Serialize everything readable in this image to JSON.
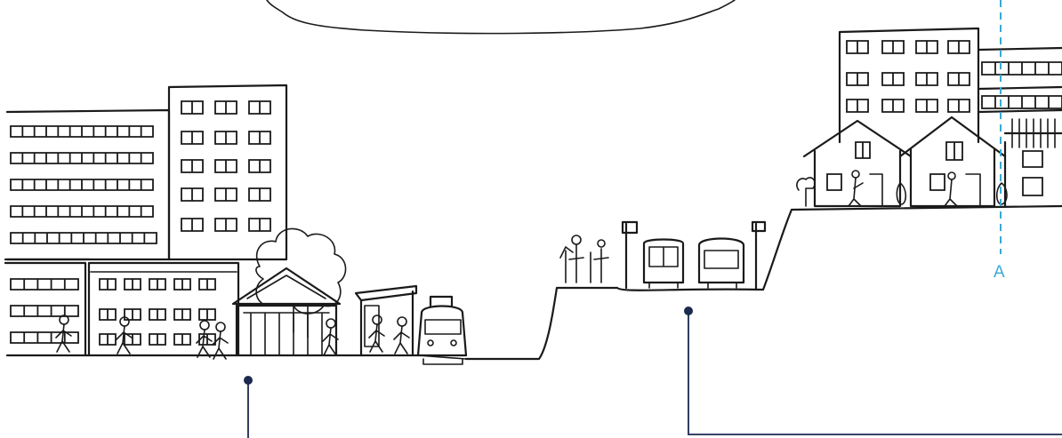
{
  "section_marker": {
    "label": "A",
    "color": "#39a9d6"
  },
  "colors": {
    "ink": "#1a1a1a",
    "leader": "#1b2a4e",
    "background": "#ffffff"
  },
  "scene": {
    "left_area": [
      "apartment-block",
      "tall-building",
      "shop-building",
      "station-pavilion",
      "tree",
      "bus-shelter",
      "tram",
      "pedestrians"
    ],
    "middle_area": [
      "hill-ledge",
      "people-on-ledge",
      "bus-stop",
      "buses"
    ],
    "right_area": [
      "raised-terrace",
      "apartment-blocks",
      "houses",
      "residents"
    ]
  }
}
